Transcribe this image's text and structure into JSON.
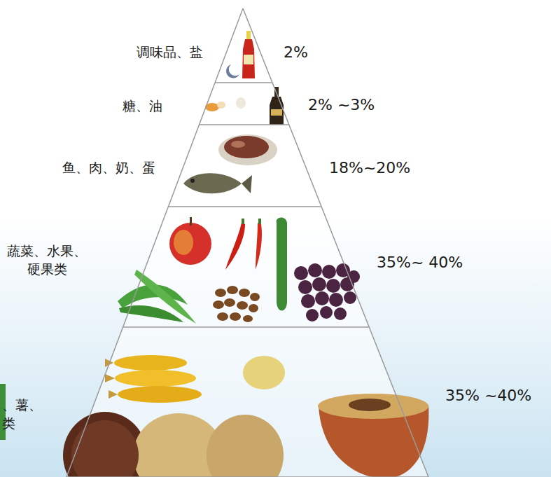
{
  "diagram": {
    "nodes": [
      {
        "text": [
          "调味品、盐",
          "2%"
        ]
      },
      {
        "text": [
          "糖、油",
          "2% ~3%"
        ]
      },
      {
        "text": [
          "鱼、肉、奶、蛋",
          "18%~20%"
        ]
      },
      {
        "text": [
          "蔬菜、水果、 硬果类",
          "35%~ 40%"
        ]
      },
      {
        "text": [
          "、薯、 类",
          "35% ~40%"
        ]
      }
    ]
  }
}
